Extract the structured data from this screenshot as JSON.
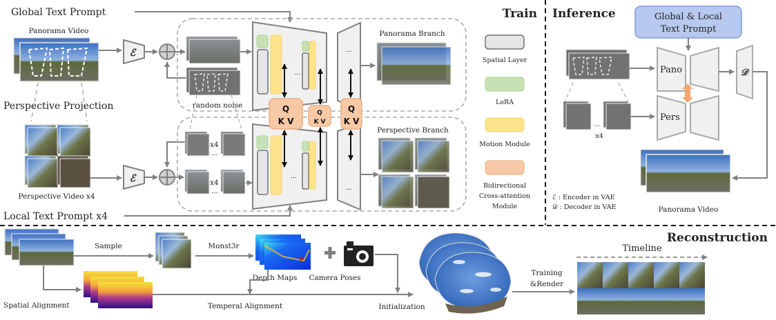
{
  "sections": {
    "train": "Train",
    "inference": "Inference",
    "reconstruction": "Reconstruction"
  },
  "train": {
    "global_prompt": "Global Text Prompt",
    "panorama_video": "Panorama Video",
    "perspective_projection": "Perspective Projection",
    "perspective_video": "Perspective Video x4",
    "local_prompt": "Local Text Prompt x4",
    "random_noise": "random noise",
    "encoder_symbol": "ℰ",
    "panorama_branch": "Panorama Branch",
    "perspective_branch": "Perspective Branch",
    "x4": "x4",
    "ellipsis": "...",
    "qkv_q": "Q",
    "qkv_kv": "K V"
  },
  "legend": [
    {
      "label": "Spatial Layer",
      "color": "#e6e6e6",
      "border": "#707070"
    },
    {
      "label": "LoRA",
      "color": "#c6e2b4",
      "border": "#a9d493"
    },
    {
      "label": "Motion Module",
      "color": "#fde38b",
      "border": "#f6d66d"
    },
    {
      "label_lines": [
        "Bidirectional",
        "Cross-attention",
        "Module"
      ],
      "color": "#f7c9a6",
      "border": "#eeae80"
    }
  ],
  "inference": {
    "prompt_line1": "Global & Local",
    "prompt_line2": "Text Prompt",
    "pano": "Pano",
    "pers": "Pers",
    "decoder_symbol": "𝒟",
    "x4": "x4",
    "ellipsis": "...",
    "output": "Panorama Video",
    "key_encoder": "ℰ : Encoder in VAE",
    "key_decoder": "𝒟 : Decoder in VAE"
  },
  "reconstruction": {
    "sample": "Sample",
    "monst3r": "Monst3r",
    "depth_maps": "Depth Maps",
    "camera_poses": "Camera Poses",
    "spatial_alignment": "Spatial Alignment",
    "temporal_alignment": "Temperal Alignment",
    "initialization": "Initialization",
    "training_line1": "Training",
    "training_line2": "&Render",
    "timeline": "Timeline"
  },
  "colors": {
    "arrow": "#808080",
    "dashed": "#a8a8a8",
    "prompt_box": "#b7c9ee",
    "prompt_border": "#7e9ad8",
    "orange": "#f7c9a6",
    "unet": "#f0f0f0"
  }
}
